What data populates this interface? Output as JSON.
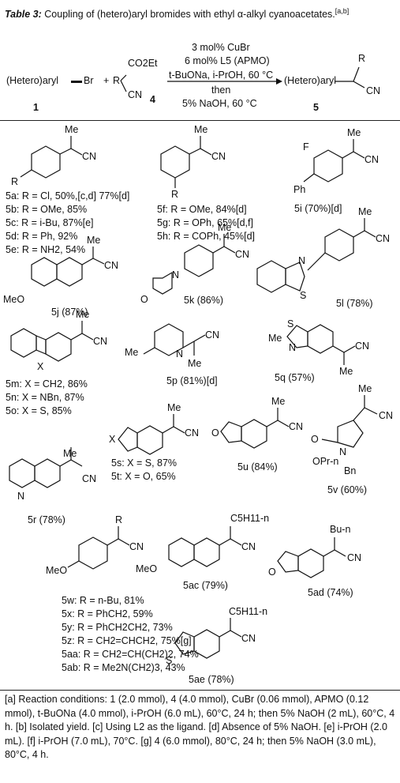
{
  "title": {
    "prefix": "Table 3:",
    "text": "Coupling of (hetero)aryl bromides with ethyl α-alkyl cyanoacetates.",
    "sup": "[a,b]"
  },
  "scheme": {
    "reactant1": "(Hetero)aryl",
    "br": "Br",
    "plus": "+",
    "r": "R",
    "co2et": "CO2Et",
    "cn": "CN",
    "num1": "1",
    "num4": "4",
    "cond1": "3 mol% CuBr",
    "cond2": "6 mol% L5 (APMO)",
    "cond3": "t-BuONa, i-PrOH, 60 °C",
    "cond4": "then",
    "cond5": "5% NaOH, 60 °C",
    "product": "(Hetero)aryl",
    "num5": "5"
  },
  "entries": {
    "e5a": "5a: R = Cl, 50%,[c,d] 77%[d]",
    "e5b": "5b: R = OMe, 85%",
    "e5c": "5c: R = i-Bu, 87%[e]",
    "e5d": "5d: R = Ph, 92%",
    "e5e": "5e: R = NH2, 54%",
    "e5f": "5f: R = OMe, 84%[d]",
    "e5g": "5g: R = OPh, 65%[d,f]",
    "e5h": "5h: R = COPh, 45%[d]",
    "e5i": "5i (70%)[d]",
    "e5j": "5j (87%)",
    "e5k": "5k (86%)",
    "e5l": "5l (78%)",
    "e5m": "5m: X = CH2, 86%",
    "e5n": "5n: X = NBn, 87%",
    "e5o": "5o: X = S, 85%",
    "e5p": "5p (81%)[d]",
    "e5q": "5q (57%)",
    "e5r": "5r (78%)",
    "e5s": "5s: X = S, 87%",
    "e5t": "5t: X = O, 65%",
    "e5u": "5u (84%)",
    "e5v": "5v (60%)",
    "e5w": "5w: R = n-Bu, 81%",
    "e5x": "5x: R = PhCH2, 59%",
    "e5y": "5y: R = PhCH2CH2, 73%",
    "e5z": "5z: R = CH2=CHCH2, 75%[g]",
    "e5aa": "5aa: R = CH2=CH(CH2)2, 74%",
    "e5ab": "5ab: R = Me2N(CH2)3, 43%",
    "e5ac": "5ac (79%)",
    "e5ad": "5ad (74%)",
    "e5ae": "5ae (78%)"
  },
  "atoms": {
    "me": "Me",
    "cn": "CN",
    "r": "R",
    "x": "X",
    "f": "F",
    "ph": "Ph",
    "meo": "MeO",
    "n": "N",
    "o": "O",
    "s": "S",
    "bn": "Bn",
    "opr": "OPr-n",
    "bun": "Bu-n",
    "c5h11": "C5H11-n"
  },
  "footnote": "[a] Reaction conditions: 1 (2.0 mmol), 4 (4.0 mmol), CuBr (0.06 mmol), APMO (0.12 mmol), t-BuONa (4.0 mmol), i-PrOH (6.0 mL), 60°C, 24 h; then 5% NaOH (2 mL), 60°C, 4 h. [b] Isolated yield. [c] Using L2 as the ligand. [d] Absence of 5% NaOH. [e] i-PrOH (2.0 mL). [f] i-PrOH (7.0 mL), 70°C. [g] 4 (6.0 mmol), 80°C, 24 h; then 5% NaOH (3.0 mL), 80°C, 4 h."
}
